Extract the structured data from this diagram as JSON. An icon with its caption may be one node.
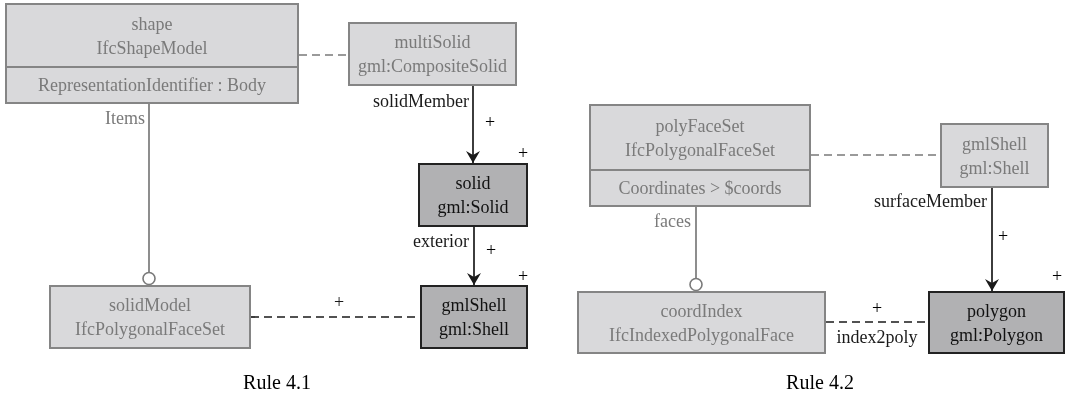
{
  "diagram": {
    "nodes": [
      {
        "text": [
          "shape IfcShapeModel",
          "RepresentationIdentifier : Body"
        ]
      },
      {
        "text": [
          "multiSolid gml:CompositeSolid"
        ]
      },
      {
        "text": [
          "solid gml:Solid"
        ],
        "beside": [
          "+"
        ]
      },
      {
        "text": [
          "gmlShell gml:Shell"
        ],
        "beside": [
          "+"
        ]
      },
      {
        "text": [
          "solidModel IfcPolygonalFaceSet"
        ]
      },
      {
        "text": [
          "polyFaceSet IfcPolygonalFaceSet",
          "Coordinates > $coords"
        ]
      },
      {
        "text": [
          "gmlShell gml:Shell"
        ]
      },
      {
        "text": [
          "coordIndex IfcIndexedPolygonalFace"
        ]
      },
      {
        "text": [
          "polygon gml:Polygon"
        ],
        "beside": [
          "+"
        ]
      }
    ],
    "edges": [
      {
        "from": 0,
        "to": 1,
        "arrow": "none",
        "style": "dashed",
        "color": "#7a7a7a"
      },
      {
        "from": 1,
        "to": 2,
        "arrow": "to",
        "label": "solidMember"
      },
      {
        "from": 2,
        "to": 3,
        "arrow": "to",
        "label": "exterior"
      },
      {
        "from": 0,
        "to": 4,
        "arrow": "other",
        "label": "Items",
        "color": "#7a7a7a"
      },
      {
        "from": 4,
        "to": 3,
        "arrow": "none",
        "style": "dashed",
        "label": "+"
      },
      {
        "from": 5,
        "to": 6,
        "arrow": "none",
        "style": "dashed",
        "color": "#7a7a7a"
      },
      {
        "from": 6,
        "to": 8,
        "arrow": "to",
        "label": "surfaceMember"
      },
      {
        "from": 5,
        "to": 7,
        "arrow": "other",
        "label": "faces",
        "color": "#7a7a7a"
      },
      {
        "from": 7,
        "to": 8,
        "arrow": "none",
        "style": "dashed",
        "label": "index2poly"
      }
    ],
    "labels": [
      "+",
      "+",
      "+",
      "+",
      "Rule 4.1",
      "Rule 4.2"
    ]
  }
}
